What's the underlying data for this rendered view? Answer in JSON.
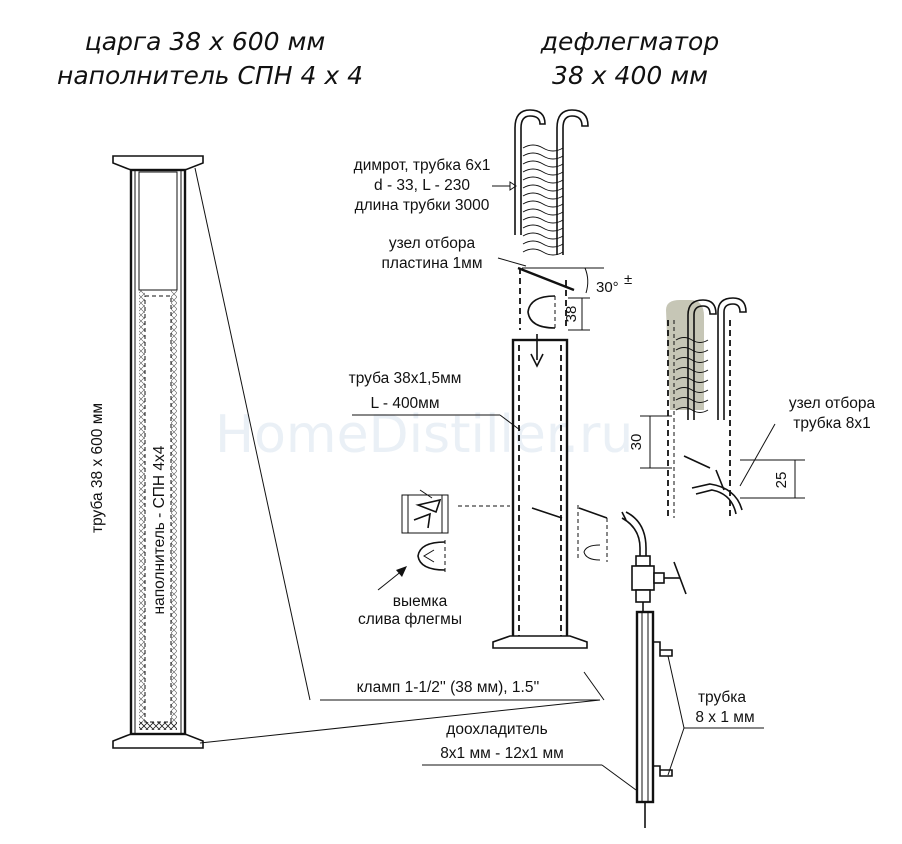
{
  "titles": {
    "left_line1": "царга  38 х 600 мм",
    "left_line2": "наполнитель СПН 4 х 4",
    "right_line1": "дефлегматор",
    "right_line2": "38 х 400 мм"
  },
  "watermark": "HomeDistiller.ru",
  "labels": {
    "tube_vertical": "труба 38 х 600 мм",
    "filler_vertical": "наполнитель - СПН 4х4",
    "dimroth_1": "димрот, трубка 6х1",
    "dimroth_2": "d - 33, L - 230",
    "dimroth_3": "длина трубки 3000",
    "takeoff_1": "узел отбора",
    "takeoff_2": "пластина 1мм",
    "angle": "30°",
    "plusminus": "±",
    "dim_38": "38",
    "tube_1": "труба 38х1,5мм",
    "tube_2": "L - 400мм",
    "takeoff_tube_1": "узел отбора",
    "takeoff_tube_2": "трубка 8х1",
    "dim_30": "30",
    "dim_25": "25",
    "notch_1": "выемка",
    "notch_2": "слива флегмы",
    "clamp": "кламп 1-1/2'' (38 мм), 1.5''",
    "pipe_1": "трубка",
    "pipe_2": "8 х 1 мм",
    "cooler_1": "доохладитель",
    "cooler_2": "8х1 мм - 12х1 мм"
  }
}
